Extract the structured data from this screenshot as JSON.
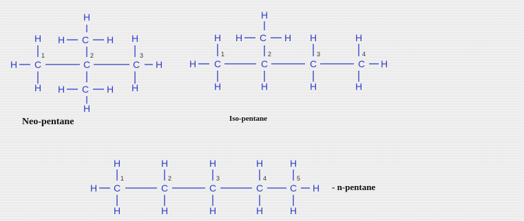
{
  "colors": {
    "atom": "#2d3ec9",
    "bond": "#2d3ec9",
    "label": "#111111",
    "background": "#ececec"
  },
  "labels": {
    "neo": "Neo-pentane",
    "iso": "Iso-pentane",
    "n": "- n-pentane"
  },
  "atoms": {
    "carbon": "C",
    "hydrogen": "H"
  },
  "carbon_numbers": [
    "1",
    "2",
    "3",
    "4",
    "5"
  ]
}
